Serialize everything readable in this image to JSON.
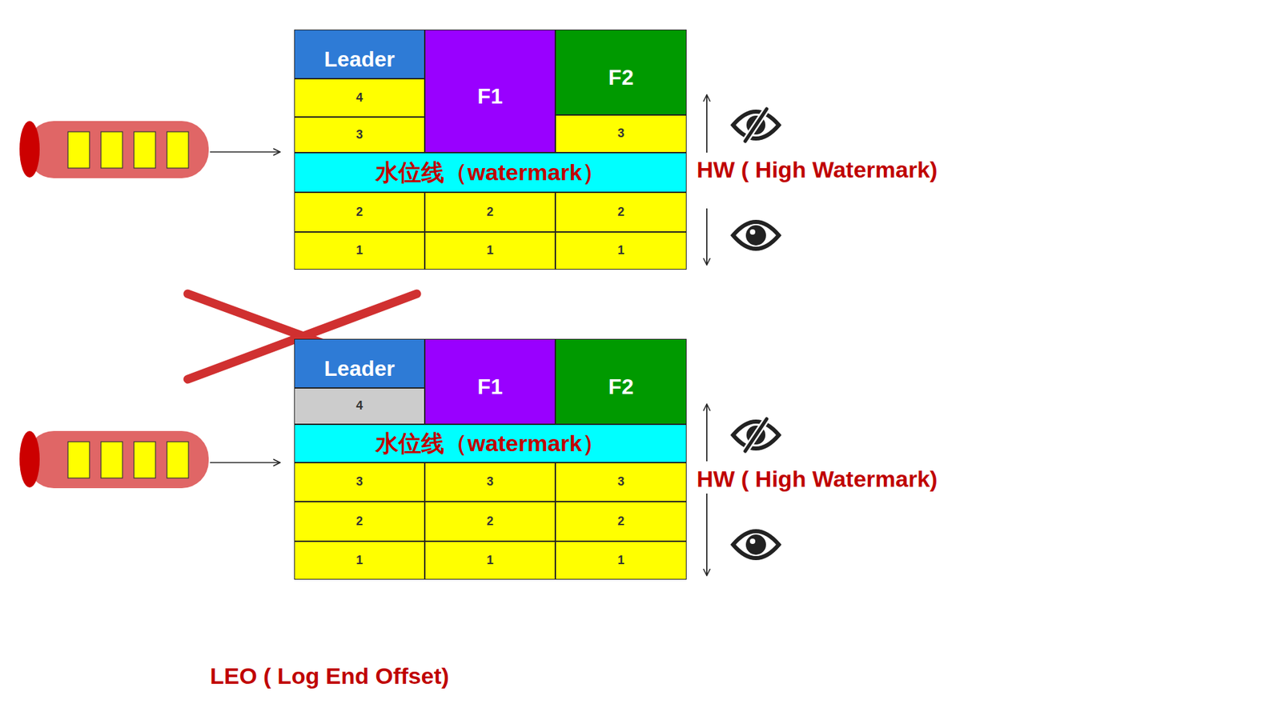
{
  "diagram": {
    "nodes": [
      {
        "text": [
          "Leader"
        ]
      },
      {
        "text": [
          "F1"
        ]
      },
      {
        "text": [
          "F2"
        ]
      },
      {
        "text": [
          "4"
        ]
      },
      {
        "text": [
          "3"
        ]
      },
      {
        "text": [
          "3"
        ]
      },
      {
        "text": [
          "水位线（watermark）"
        ]
      },
      {
        "text": [
          "2"
        ]
      },
      {
        "text": [
          "2"
        ]
      },
      {
        "text": [
          "2"
        ]
      },
      {
        "text": [
          "1"
        ]
      },
      {
        "text": [
          "1"
        ]
      },
      {
        "text": [
          "1"
        ]
      },
      {
        "text": [
          "Leader"
        ]
      },
      {
        "text": [
          "F1"
        ]
      },
      {
        "text": [
          "F2"
        ]
      },
      {
        "text": [
          "4"
        ]
      },
      {
        "text": [
          "水位线（watermark）"
        ]
      },
      {
        "text": [
          "3"
        ]
      },
      {
        "text": [
          "3"
        ]
      },
      {
        "text": [
          "3"
        ]
      },
      {
        "text": [
          "2"
        ]
      },
      {
        "text": [
          "2"
        ]
      },
      {
        "text": [
          "2"
        ]
      },
      {
        "text": [
          "1"
        ]
      },
      {
        "text": [
          "1"
        ]
      },
      {
        "text": [
          "1"
        ]
      }
    ],
    "labels": [
      "HW ( High Watermark)",
      "HW ( High Watermark)",
      "LEO ( Log End Offset)"
    ]
  }
}
